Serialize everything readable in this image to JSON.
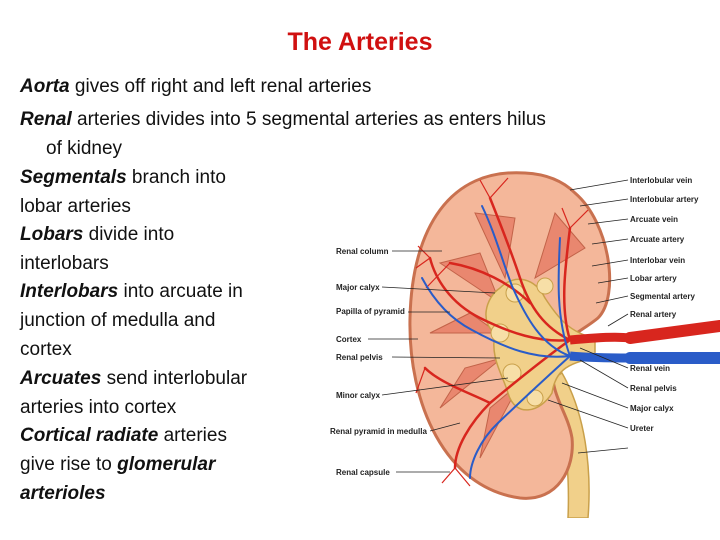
{
  "title": "The Arteries",
  "bullets": [
    {
      "lead": "Aorta",
      "rest": " gives off right and left renal arteries"
    },
    {
      "lead": "Renal",
      "rest": " arteries divides into 5 segmental arteries as enters hilus",
      "cont": "of kidney"
    },
    {
      "lead": "Segmentals",
      "rest": " branch into",
      "cont2": "lobar arteries"
    },
    {
      "lead": "Lobars",
      "rest": " divide into",
      "cont2": "interlobars"
    },
    {
      "lead": "Interlobars",
      "rest": " into arcuate in",
      "cont2": "junction of medulla and",
      "cont3": "cortex"
    },
    {
      "lead": "Arcuates",
      "rest": " send interlobular",
      "cont2": "arteries into cortex"
    },
    {
      "lead": "Cortical radiate",
      "rest": " arteries",
      "cont2": "give rise to ",
      "lead2": "glomerular",
      "cont3_lead": "arterioles"
    }
  ],
  "figure": {
    "left_labels": [
      "Renal column",
      "Major calyx",
      "Papilla of pyramid",
      "Cortex",
      "Renal pelvis",
      "Minor calyx",
      "Renal pyramid in medulla",
      "Renal capsule"
    ],
    "right_labels": [
      "Interlobular vein",
      "Interlobular artery",
      "Arcuate vein",
      "Arcuate artery",
      "Interlobar vein",
      "Lobar artery",
      "Segmental artery",
      "Renal artery",
      "Renal vein",
      "Renal pelvis",
      "Major calyx",
      "Ureter"
    ]
  },
  "colors": {
    "title": "#d01010",
    "artery": "#d8261e",
    "vein": "#2a5cc8",
    "pelvis": "#f1d08a",
    "cortex": "#f4b79a"
  }
}
